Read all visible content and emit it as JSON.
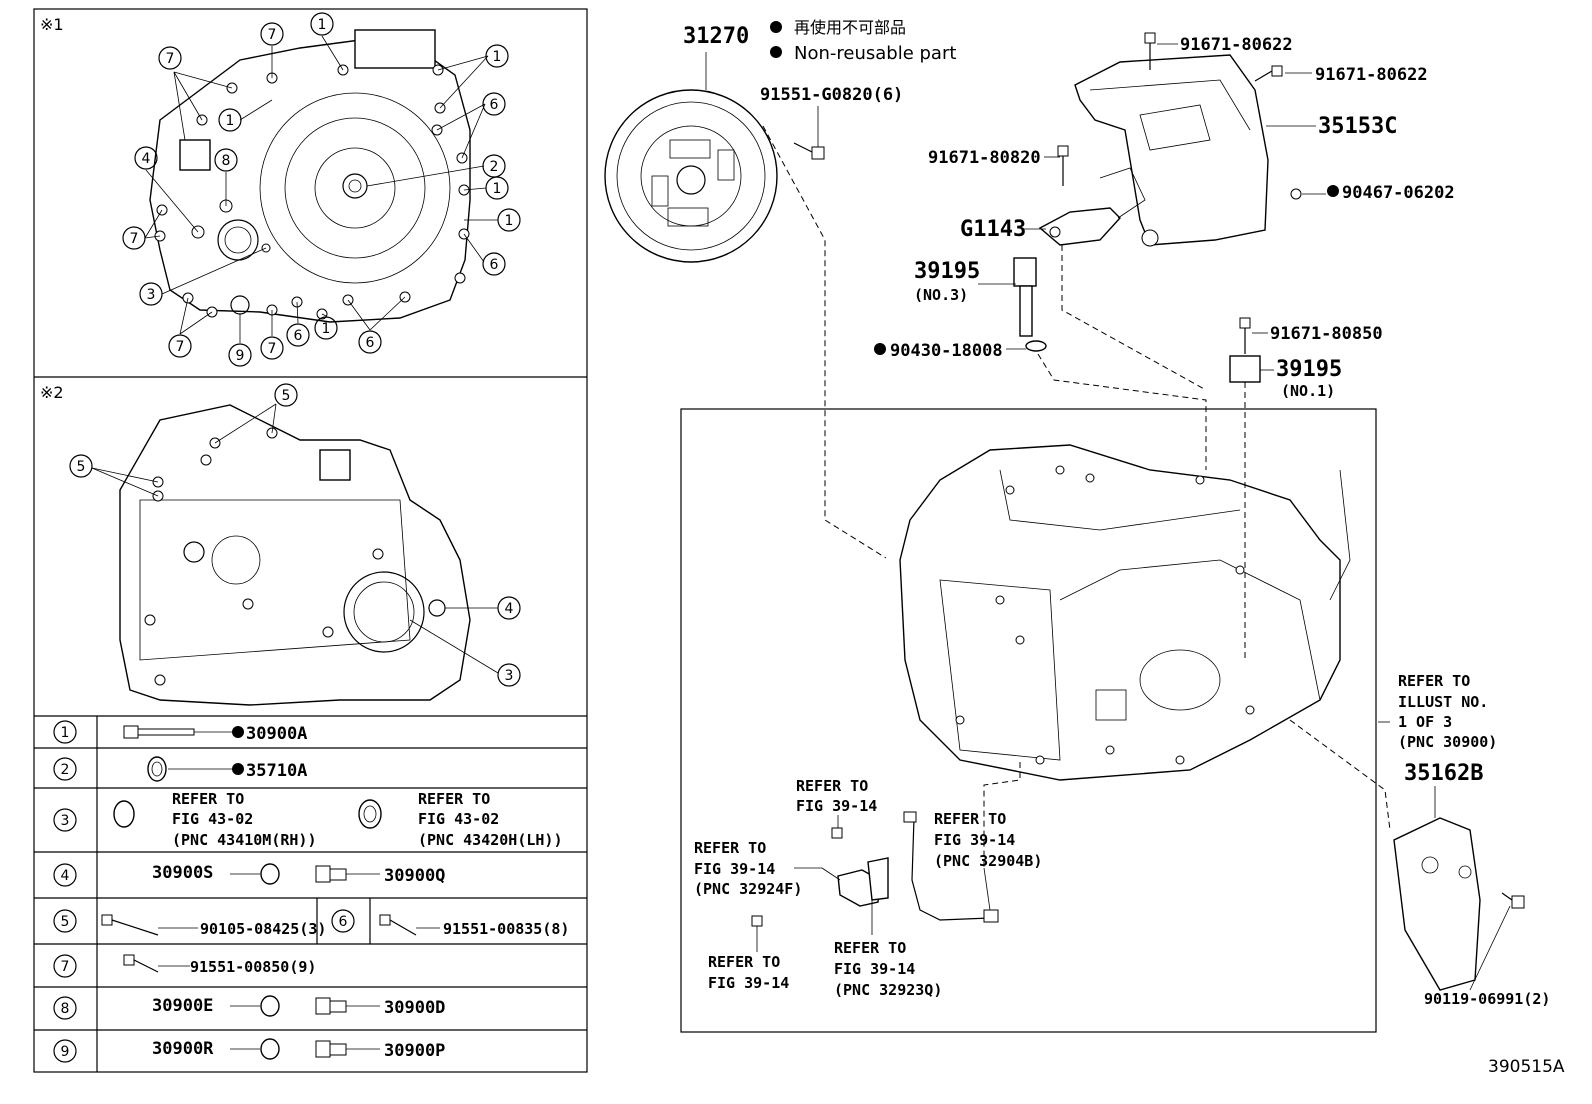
{
  "figure_id": "390515A",
  "legend": {
    "symbol": "●",
    "jp": "再使用不可部品",
    "en": "Non-reusable part"
  },
  "panel1": {
    "marker": "※1"
  },
  "panel2": {
    "marker": "※2"
  },
  "callouts": {
    "c1": "1",
    "c2": "2",
    "c3": "3",
    "c4": "4",
    "c5": "5",
    "c6": "6",
    "c7": "7",
    "c8": "8",
    "c9": "9"
  },
  "table": {
    "r1": {
      "key": "1",
      "part": "30900A"
    },
    "r2": {
      "key": "2",
      "part": "35710A"
    },
    "r3": {
      "key": "3",
      "a_l1": "REFER TO",
      "a_l2": "FIG 43-02",
      "a_l3": "(PNC 43410M(RH))",
      "b_l1": "REFER TO",
      "b_l2": "FIG 43-02",
      "b_l3": "(PNC 43420H(LH))"
    },
    "r4": {
      "key": "4",
      "left": "30900S",
      "right": "30900Q"
    },
    "r5": {
      "key": "5",
      "part": "90105-08425(3)",
      "key6": "6",
      "part6": "91551-00835(8)"
    },
    "r7": {
      "key": "7",
      "part": "91551-00850(9)"
    },
    "r8": {
      "key": "8",
      "left": "30900E",
      "right": "30900D"
    },
    "r9": {
      "key": "9",
      "left": "30900R",
      "right": "30900P"
    }
  },
  "parts": {
    "p31270": "31270",
    "p91551g": "91551-G0820(6)",
    "p91671_a": "91671-80622",
    "p91671_b": "91671-80622",
    "p35153c": "35153C",
    "p91671_c": "91671-80820",
    "p90467": "90467-06202",
    "pg1143": "G1143",
    "p39195_3": "39195",
    "p39195_3_sub": "(NO.3)",
    "p90430": "90430-18008",
    "p91671_d": "91671-80850",
    "p39195_1": "39195",
    "p39195_1_sub": "(NO.1)",
    "p35162b": "35162B",
    "p90119": "90119-06991(2)"
  },
  "refers": {
    "illust": {
      "l1": "REFER TO",
      "l2": "ILLUST NO.",
      "l3": "1 OF 3",
      "l4": "(PNC 30900)"
    },
    "f1": {
      "l1": "REFER TO",
      "l2": "FIG 39-14"
    },
    "f2": {
      "l1": "REFER TO",
      "l2": "FIG 39-14",
      "l3": "(PNC 32904B)"
    },
    "f3": {
      "l1": "REFER TO",
      "l2": "FIG 39-14",
      "l3": "(PNC 32924F)"
    },
    "f4": {
      "l1": "REFER TO",
      "l2": "FIG 39-14"
    },
    "f5": {
      "l1": "REFER TO",
      "l2": "FIG 39-14",
      "l3": "(PNC 32923Q)"
    }
  }
}
